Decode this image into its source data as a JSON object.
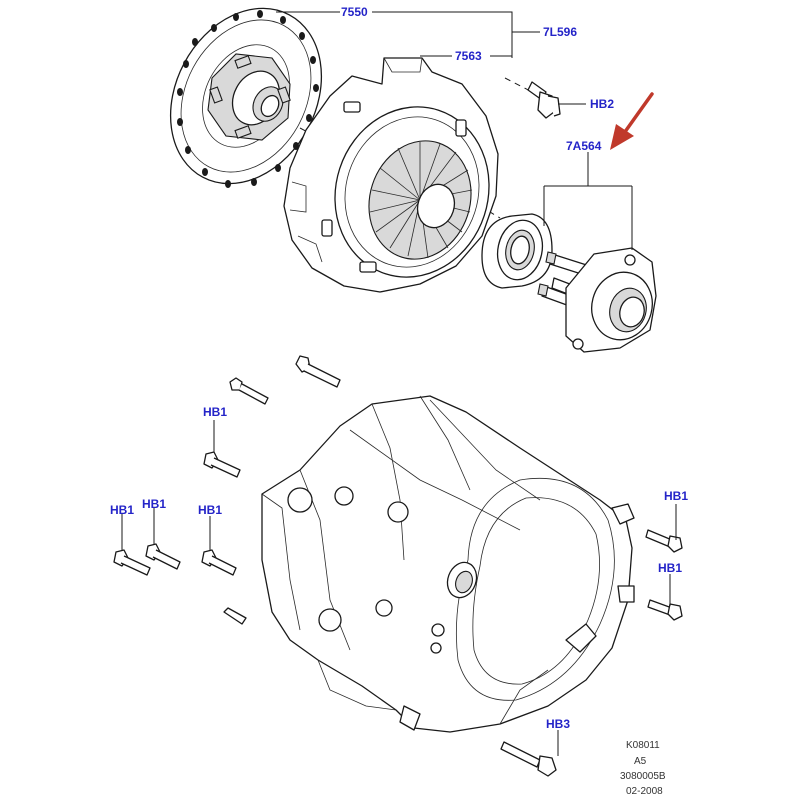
{
  "callouts": {
    "c7550": "7550",
    "c7l596": "7L596",
    "c7563": "7563",
    "hb2": "HB2",
    "c7a564": "7A564",
    "hb1_a": "HB1",
    "hb1_b": "HB1",
    "hb1_c": "HB1",
    "hb1_d": "HB1",
    "hb1_e": "HB1",
    "hb1_f": "HB1",
    "hb3": "HB3"
  },
  "footer": {
    "line1": "K08011",
    "line2": "A5",
    "line3": "3080005B",
    "line4": "02-2008"
  },
  "colors": {
    "callout": "#2424c8",
    "line": "#1a1a1a",
    "arrow": "#c0392b"
  },
  "icons": {
    "pointer": "red-arrow-icon"
  }
}
